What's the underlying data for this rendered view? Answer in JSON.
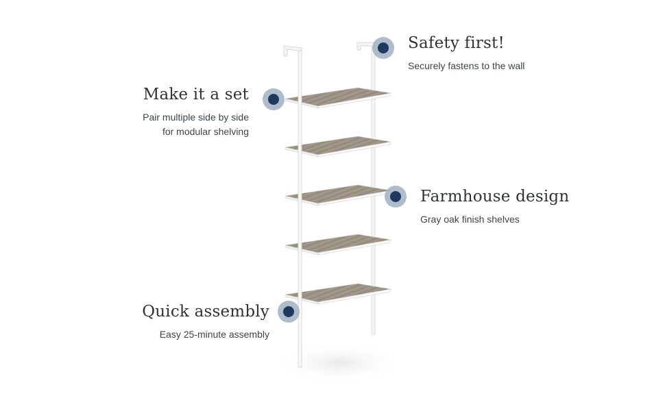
{
  "product": {
    "icon": "ladder-bookshelf-illustration",
    "shelf_finish_color": "#9d9385",
    "frame_color": "#ffffff",
    "hotspot_color": "#1f3a5c"
  },
  "callouts": {
    "safety": {
      "title": "Safety first!",
      "subtitle": "Securely fastens to the wall"
    },
    "set": {
      "title": "Make it a set",
      "subtitle_line1": "Pair multiple side by side",
      "subtitle_line2": "for modular shelving"
    },
    "farmhouse": {
      "title": "Farmhouse design",
      "subtitle": "Gray oak finish shelves"
    },
    "assembly": {
      "title": "Quick assembly",
      "subtitle": "Easy 25-minute assembly"
    }
  }
}
